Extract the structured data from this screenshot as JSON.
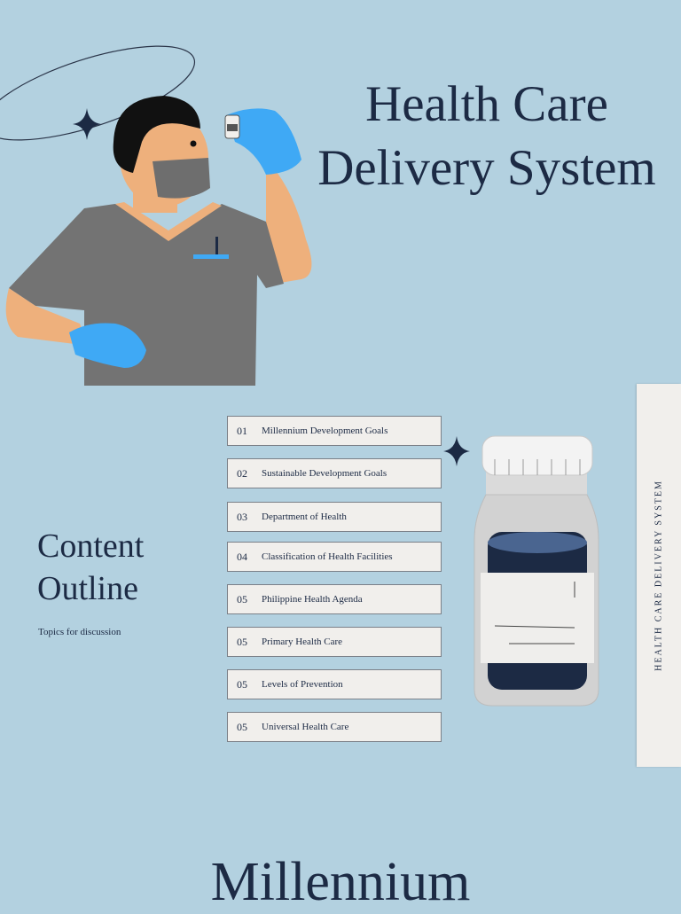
{
  "title": "Health Care Delivery System",
  "outline": {
    "heading": "Content Outline",
    "subtitle": "Topics for discussion",
    "items": [
      {
        "num": "01",
        "label": "Millennium Development Goals"
      },
      {
        "num": "02",
        "label": "Sustainable Development Goals"
      },
      {
        "num": "03",
        "label": "Department of Health"
      },
      {
        "num": "04",
        "label": "Classification of Health Facilities"
      },
      {
        "num": "05",
        "label": "Philippine Health Agenda"
      },
      {
        "num": "05",
        "label": "Primary Health Care"
      },
      {
        "num": "05",
        "label": "Levels of Prevention"
      },
      {
        "num": "05",
        "label": "Universal Health Care"
      }
    ]
  },
  "sidebar_text": "HEALTH CARE DELIVERY SYSTEM",
  "next_heading": "Millennium",
  "colors": {
    "background": "#b3d1e0",
    "navy": "#1c2a44",
    "card": "#f1efec",
    "glove": "#3fa9f5",
    "scrubs": "#737373"
  },
  "icons": [
    "sparkle-icon",
    "halo-ring",
    "doctor-illustration",
    "vial-illustration"
  ]
}
